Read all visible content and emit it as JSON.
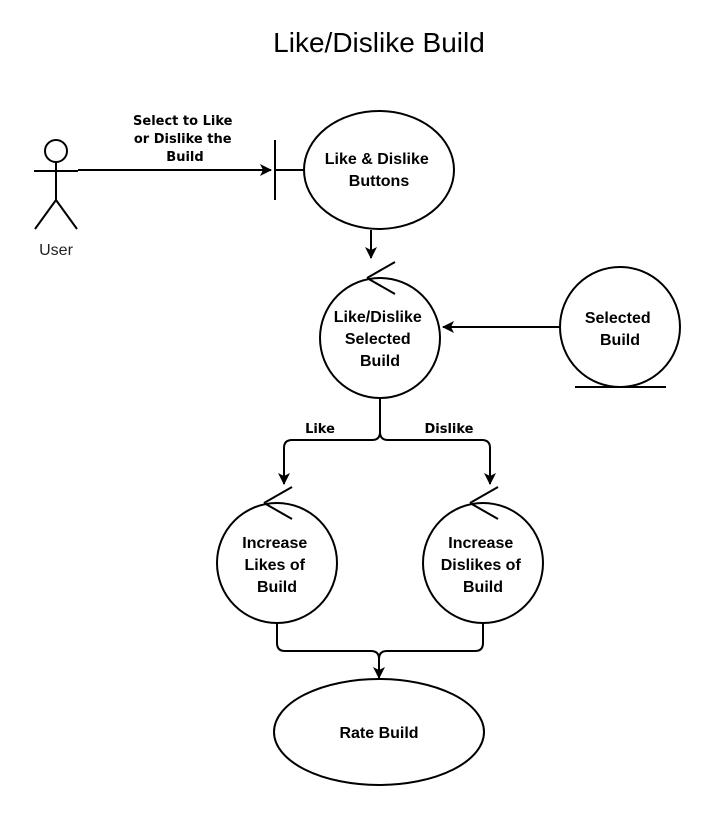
{
  "title": "Like/Dislike Build",
  "actor": {
    "label": "User"
  },
  "nodes": {
    "boundary": {
      "lines": [
        "Like & Dislike",
        "Buttons"
      ]
    },
    "control_main": {
      "lines": [
        "Like/Dislike",
        "Selected",
        "Build"
      ]
    },
    "entity": {
      "lines": [
        "Selected",
        "Build"
      ]
    },
    "control_likes": {
      "lines": [
        "Increase",
        "Likes of",
        "Build"
      ]
    },
    "control_dislikes": {
      "lines": [
        "Increase",
        "Dislikes of",
        "Build"
      ]
    },
    "usecase": {
      "label": "Rate Build"
    }
  },
  "edges": {
    "user_to_boundary": {
      "lines": [
        "Select to Like",
        "or Dislike the",
        "Build"
      ]
    },
    "like": "Like",
    "dislike": "Dislike"
  }
}
